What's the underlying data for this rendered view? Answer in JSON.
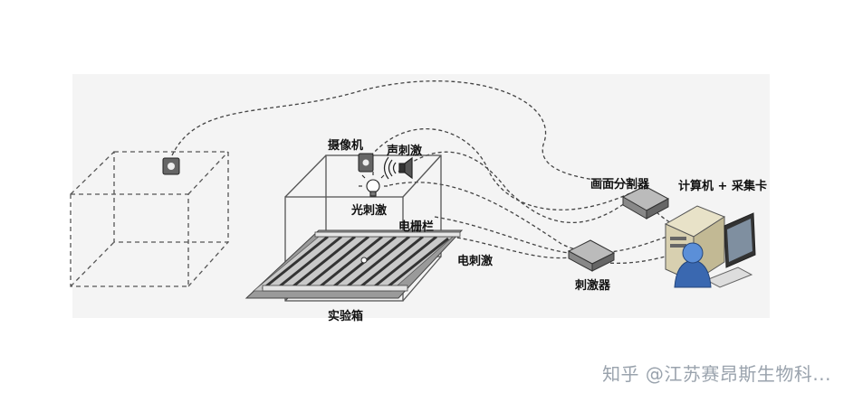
{
  "labels": {
    "camera": "摄像机",
    "sound_stimulus": "声刺激",
    "light_stimulus": "光刺激",
    "grid": "电栅栏",
    "electric_stimulus": "电刺激",
    "box": "实验箱",
    "splitter": "画面分割器",
    "computer": "计算机 + 采集卡",
    "stimulator": "刺激器"
  },
  "watermark": "知乎 @江苏赛昂斯生物科..."
}
